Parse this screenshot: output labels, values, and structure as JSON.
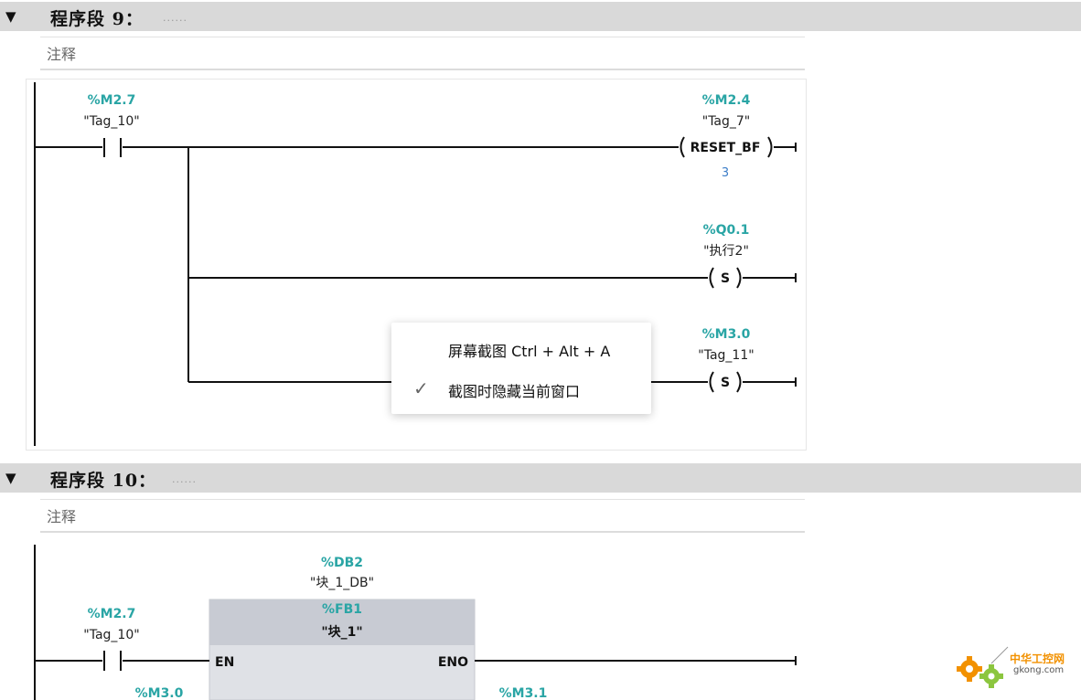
{
  "networks": [
    {
      "title": "程序段 9：",
      "dots": "......",
      "comment": "注释"
    },
    {
      "title": "程序段 10：",
      "dots": "......",
      "comment": "注释"
    }
  ],
  "network9": {
    "contact": {
      "address": "%M2.7",
      "symbol": "\"Tag_10\""
    },
    "coil_reset": {
      "address": "%M2.4",
      "symbol": "\"Tag_7\"",
      "label": "RESET_BF",
      "count": "3"
    },
    "coil_set1": {
      "address": "%Q0.1",
      "symbol": "\"执行2\"",
      "label": "S"
    },
    "coil_set2": {
      "address": "%M3.0",
      "symbol": "\"Tag_11\"",
      "label": "S"
    }
  },
  "network10": {
    "instance": {
      "address": "%DB2",
      "symbol": "\"块_1_DB\""
    },
    "block": {
      "address": "%FB1",
      "name": "\"块_1\"",
      "en": "EN",
      "eno": "ENO"
    },
    "contact": {
      "address": "%M2.7",
      "symbol": "\"Tag_10\""
    },
    "input2": {
      "address": "%M3.0"
    },
    "output1": {
      "address": "%M3.1"
    }
  },
  "context_menu": {
    "items": [
      {
        "label": "屏幕截图 Ctrl + Alt + A",
        "checked": false
      },
      {
        "label": "截图时隐藏当前窗口",
        "checked": true
      }
    ]
  },
  "watermark": {
    "brand": "中华工控网",
    "domain": "gkong.com"
  },
  "colors": {
    "address": "#2aa5a5",
    "header_bg": "#d9d9d9",
    "count": "#3c7dc8",
    "block_bg": "#dfe1e6",
    "block_header": "#c8cbd3"
  }
}
